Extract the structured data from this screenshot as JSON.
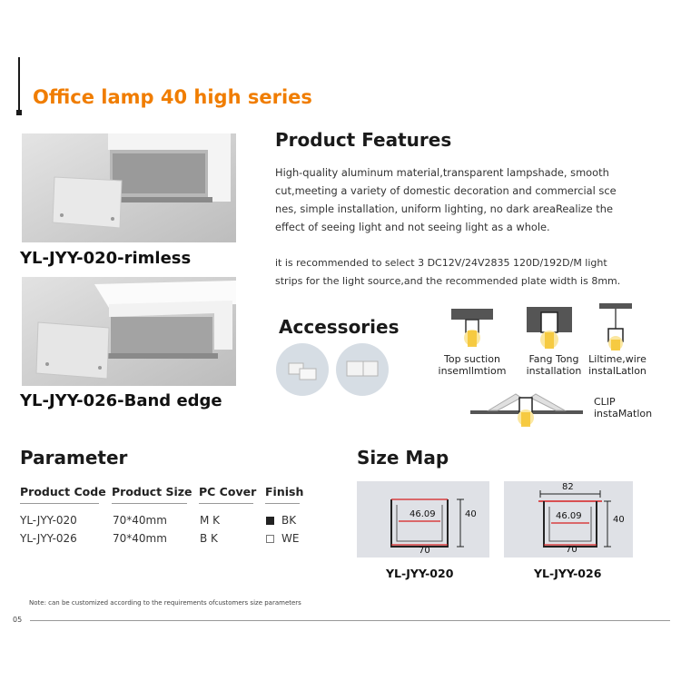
{
  "header": {
    "title": "Office lamp 40 high series"
  },
  "products": [
    {
      "name": "YL-JYY-020-rimless"
    },
    {
      "name": "YL-JYY-026-Band edge"
    }
  ],
  "features": {
    "title": "Product Features",
    "paragraph1_lines": [
      "High-quality aluminum material,transparent lampshade, smooth",
      "cut,meeting a variety of domestic decoration and commercial sce",
      "nes, simple installation, uniform lighting, no dark areaRealize the",
      "effect of seeing light and not seeing light as a whole."
    ],
    "paragraph2_lines": [
      "it is recommended to select 3 DC12V/24V2835 120D/192D/M light",
      "strips for the light source,and the recommended plate width is 8mm."
    ]
  },
  "accessories": {
    "title": "Accessories"
  },
  "installation_methods": [
    {
      "line1": "Top suction",
      "line2": "insemllmtiom"
    },
    {
      "line1": "Fang Tong",
      "line2": "installation"
    },
    {
      "line1": "Liltime,wire",
      "line2": "instalLatlon"
    },
    {
      "line1": "CLIP",
      "line2": "instaMatlon"
    }
  ],
  "parameter": {
    "title": "Parameter",
    "headers": [
      "Product Code",
      "Product Size",
      "PC Cover",
      "Finish"
    ],
    "rows": [
      {
        "code": "YL-JYY-020",
        "size": "70*40mm",
        "cover": "M K",
        "finish": "BK",
        "swatch": "#222222"
      },
      {
        "code": "YL-JYY-026",
        "size": "70*40mm",
        "cover": "B K",
        "finish": "WE",
        "swatch": "#ffffff"
      }
    ]
  },
  "size_map": {
    "title": "Size Map",
    "items": [
      {
        "label": "YL-JYY-020",
        "inner_width": "46.09",
        "height": "40",
        "width": "70"
      },
      {
        "label": "YL-JYY-026",
        "top_width": "82",
        "inner_width": "46.09",
        "height": "40",
        "width": "70"
      }
    ]
  },
  "footer": {
    "note": "Note: can be customized according to the requirements ofcustomers size parameters",
    "page_number": "05"
  },
  "colors": {
    "accent": "#f07d00",
    "dimension_red": "#d62020"
  }
}
